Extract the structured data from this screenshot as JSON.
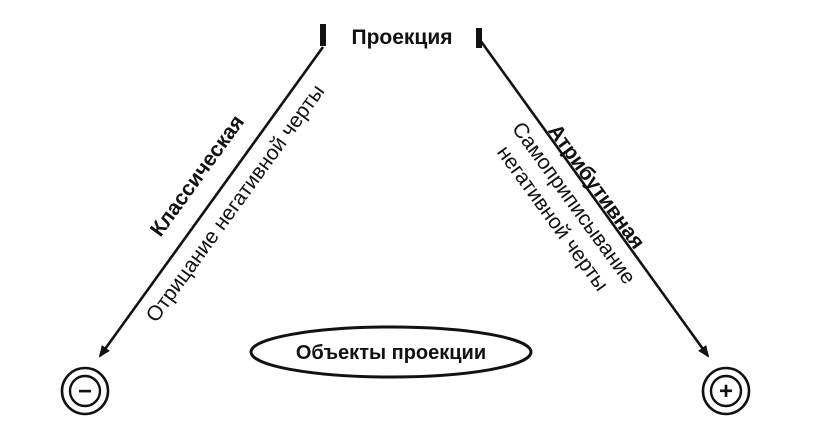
{
  "diagram": {
    "title": "Проекция",
    "left_branch": {
      "label": "Классическая",
      "sublabel": "Отрицание негативной черты"
    },
    "right_branch": {
      "label": "Атрибутивная",
      "sublabel_line1": "Самоприписывание",
      "sublabel_line2": "негативной черты"
    },
    "center_label": "Объекты проекции",
    "negative_symbol": "−",
    "positive_symbol": "+"
  }
}
